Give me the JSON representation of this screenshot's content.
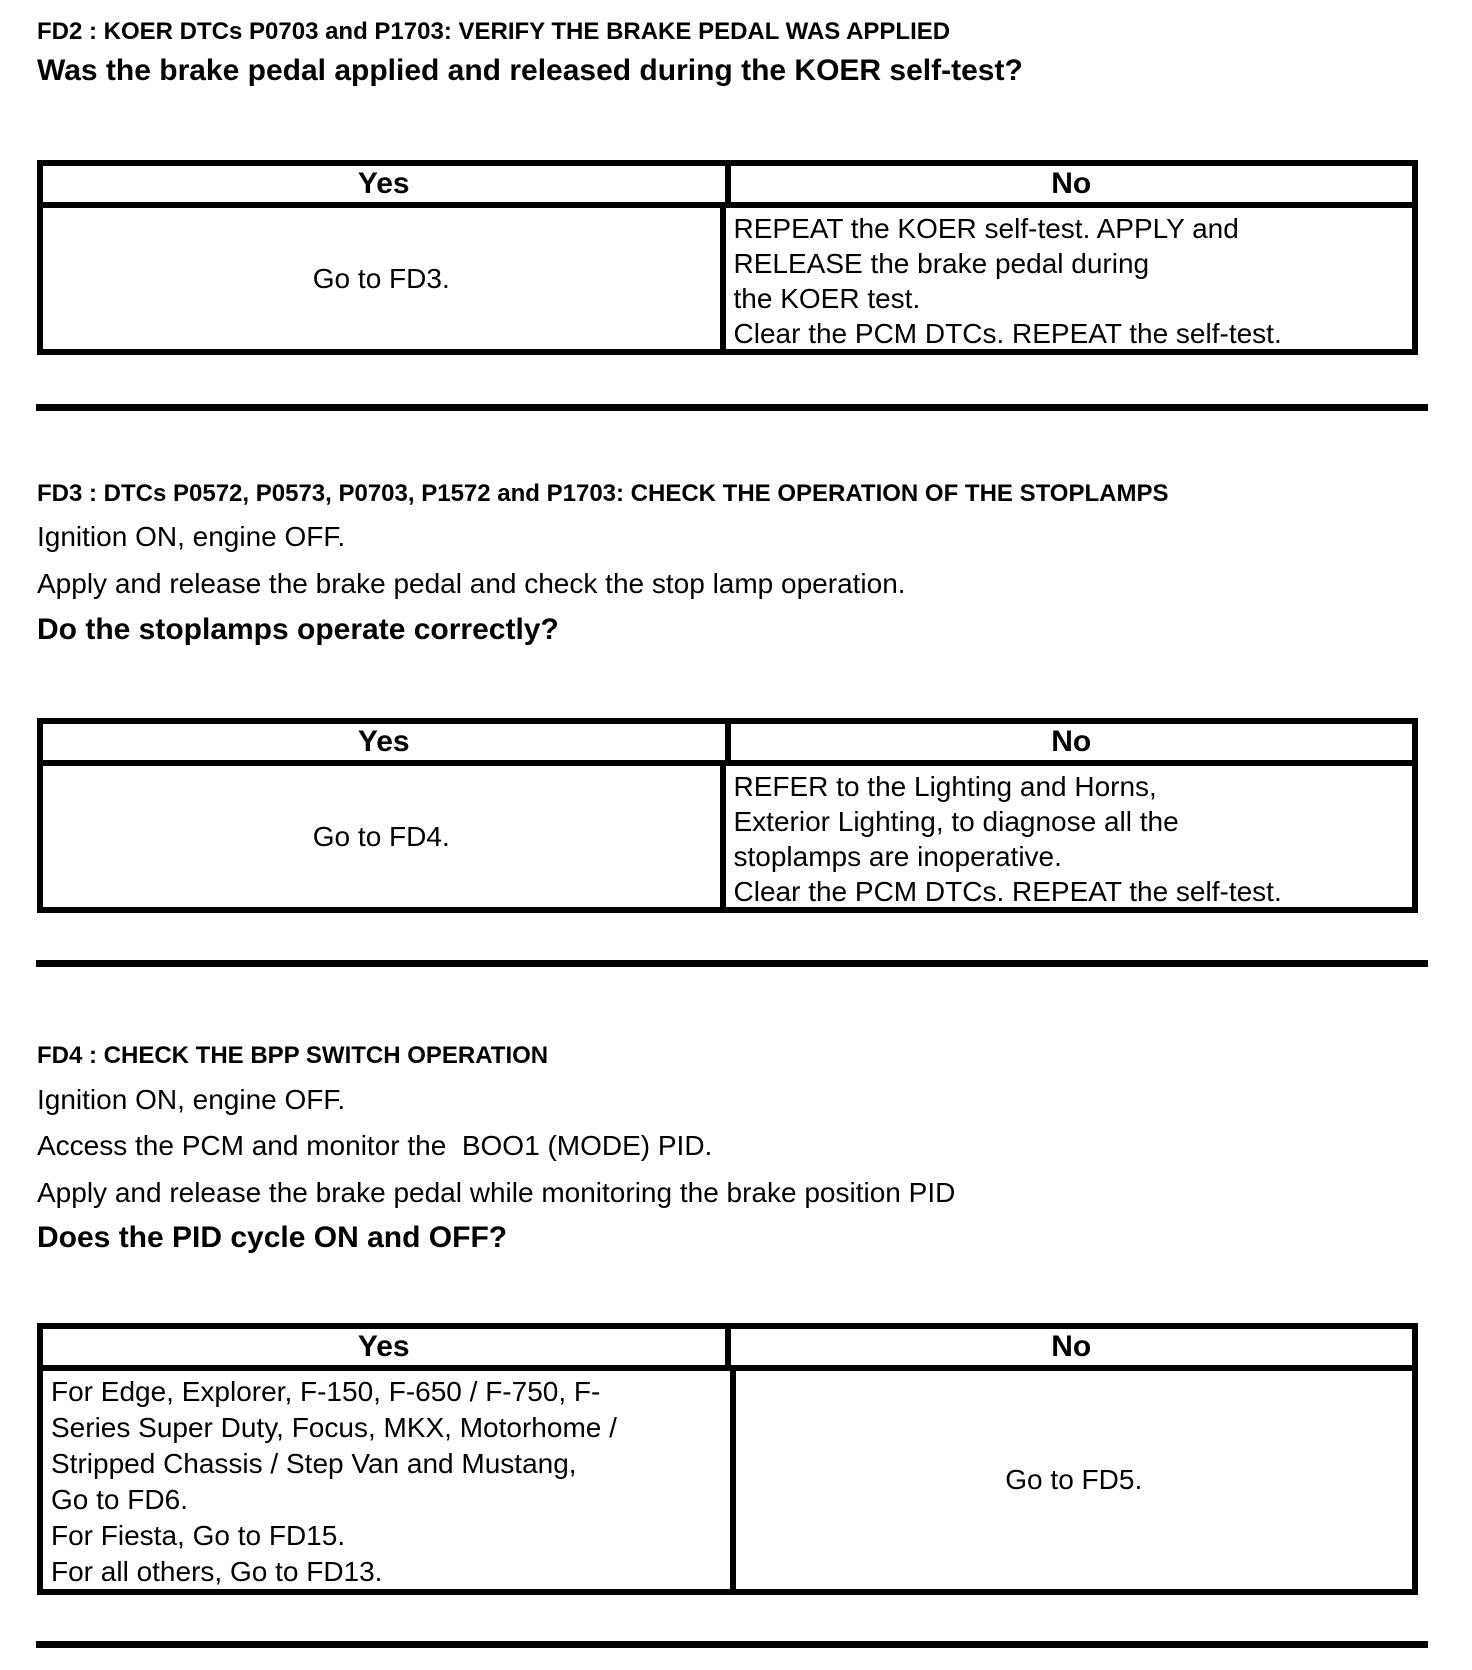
{
  "document": {
    "background_color": "#ffffff",
    "text_color": "#000000"
  },
  "sections": [
    {
      "id": "FD2",
      "title": "FD2 : KOER DTCs P0703 and P1703: VERIFY THE BRAKE PEDAL WAS APPLIED",
      "question": "Was the brake pedal applied and released during the KOER self-test?",
      "table": {
        "yes_header": "Yes",
        "no_header": "No",
        "yes_lines": [
          "Go to FD3."
        ],
        "no_lines": [
          "REPEAT the KOER self-test. APPLY and",
          "RELEASE the brake pedal during",
          "the KOER test.",
          "Clear the PCM DTCs. REPEAT the self-test."
        ]
      }
    },
    {
      "id": "FD3",
      "title": "FD3 : DTCs P0572, P0573, P0703, P1572 and P1703: CHECK THE OPERATION OF THE STOPLAMPS",
      "intro_lines": [
        "Ignition ON, engine OFF.",
        "Apply and release the brake pedal and check the stop lamp operation."
      ],
      "question": "Do the stoplamps operate correctly?",
      "table": {
        "yes_header": "Yes",
        "no_header": "No",
        "yes_lines": [
          "Go to FD4."
        ],
        "no_lines": [
          "REFER to the Lighting and Horns,",
          "Exterior Lighting, to diagnose all the",
          "stoplamps are inoperative.",
          "Clear the PCM DTCs. REPEAT the self-test."
        ]
      }
    },
    {
      "id": "FD4",
      "title": "FD4 : CHECK THE BPP SWITCH OPERATION",
      "intro_lines": [
        "Ignition ON, engine OFF.",
        "Access the PCM and monitor the  BOO1 (MODE) PID.",
        "Apply and release the brake pedal while monitoring the brake position PID"
      ],
      "question": "Does the PID cycle ON and OFF?",
      "table": {
        "yes_header": "Yes",
        "no_header": "No",
        "yes_lines": [
          "For Edge, Explorer, F-150, F-650 / F-750, F-",
          "Series Super Duty, Focus, MKX, Motorhome /",
          "Stripped Chassis / Step Van and Mustang,",
          "Go to FD6.",
          "For Fiesta, Go to FD15.",
          "For all others, Go to FD13."
        ],
        "no_lines": [
          "Go to FD5."
        ]
      }
    }
  ]
}
